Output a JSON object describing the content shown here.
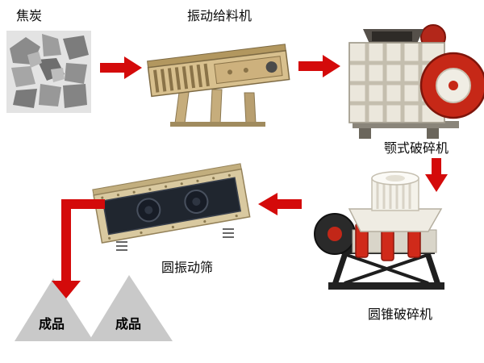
{
  "flowchart": {
    "nodes": [
      {
        "id": "coke",
        "label": "焦炭",
        "kind": "raw-material-photo"
      },
      {
        "id": "vibrating-feeder",
        "label": "振动给料机",
        "kind": "machine"
      },
      {
        "id": "jaw-crusher",
        "label": "颚式破碎机",
        "kind": "machine"
      },
      {
        "id": "cone-crusher",
        "label": "圆锥破碎机",
        "kind": "machine"
      },
      {
        "id": "circular-vibrating-screen",
        "label": "圆振动筛",
        "kind": "machine"
      },
      {
        "id": "finished-product-left",
        "label": "成品",
        "kind": "product-triangle"
      },
      {
        "id": "finished-product-right",
        "label": "成品",
        "kind": "product-triangle"
      }
    ],
    "edges": [
      {
        "from": "coke",
        "to": "vibrating-feeder"
      },
      {
        "from": "vibrating-feeder",
        "to": "jaw-crusher"
      },
      {
        "from": "jaw-crusher",
        "to": "cone-crusher"
      },
      {
        "from": "cone-crusher",
        "to": "circular-vibrating-screen"
      },
      {
        "from": "circular-vibrating-screen",
        "to": "finished-product-left"
      }
    ],
    "colors": {
      "arrow": "#d40a0a",
      "product_triangle": "#c9c9c9",
      "feeder_body": "#d8c08e",
      "jaw_body": "#ebe7dc",
      "flywheel_red": "#c62817",
      "screen_deck": "#20262f",
      "screen_frame": "#d9c9a0",
      "background": "#ffffff"
    }
  }
}
